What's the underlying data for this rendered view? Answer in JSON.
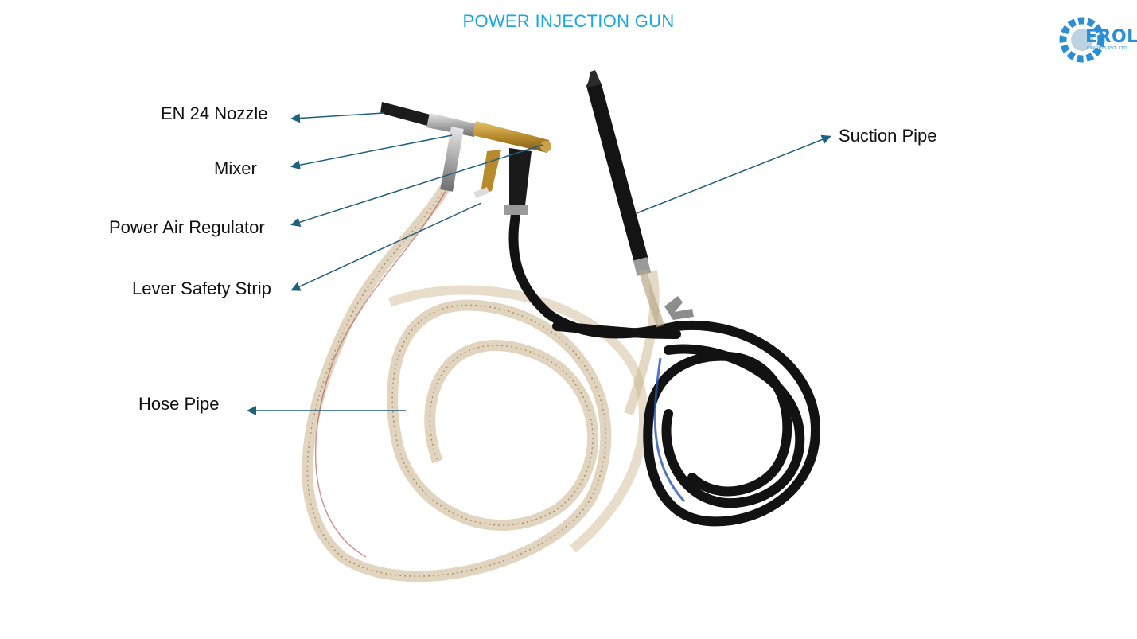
{
  "title": "POWER INJECTION GUN",
  "logo": {
    "text": "EROL",
    "subtext": "EXPORTS PVT. LTD.",
    "icon": "gear-icon",
    "color": "#2b8fd6"
  },
  "labels": {
    "nozzle": "EN 24 Nozzle",
    "mixer": "Mixer",
    "regulator": "Power Air Regulator",
    "safety_strip": "Lever Safety Strip",
    "hose_pipe": "Hose Pipe",
    "suction_pipe": "Suction Pipe"
  },
  "colors": {
    "title": "#18a7e0",
    "arrow": "#1f5f7f"
  }
}
